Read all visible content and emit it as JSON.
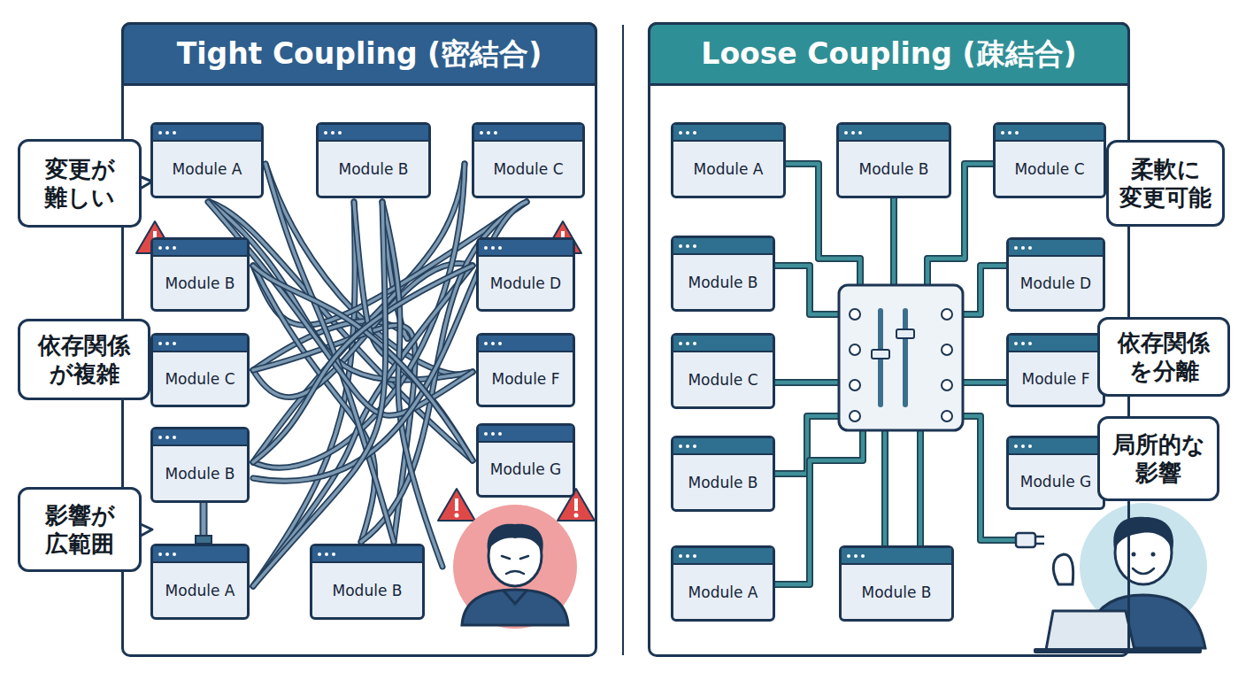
{
  "diagram": {
    "nodes": [
      {
        "text": [
          "Tight Coupling (密結合)"
        ]
      },
      {
        "text": [
          "Module A"
        ],
        "in": 0
      },
      {
        "text": [
          "Module B"
        ],
        "in": 0
      },
      {
        "text": [
          "Module C"
        ],
        "in": 0
      },
      {
        "text": [
          "Module B"
        ],
        "in": 0
      },
      {
        "text": [
          "Module D"
        ],
        "in": 0
      },
      {
        "text": [
          "Module C"
        ],
        "in": 0
      },
      {
        "text": [
          "Module F"
        ],
        "in": 0
      },
      {
        "text": [
          "Module B"
        ],
        "in": 0
      },
      {
        "text": [
          "Module G"
        ],
        "in": 0
      },
      {
        "text": [
          "Module A"
        ],
        "in": 0
      },
      {
        "text": [
          "Module B"
        ],
        "in": 0
      },
      {
        "text": [
          "変更が 難しい"
        ]
      },
      {
        "text": [
          "依存関係 が複雑"
        ]
      },
      {
        "text": [
          "影響が 広範囲"
        ]
      },
      {
        "text": [
          "Loose Coupling (疎結合)"
        ]
      },
      {
        "text": [
          "Module A"
        ],
        "in": 15
      },
      {
        "text": [
          "Module B"
        ],
        "in": 15
      },
      {
        "text": [
          "Module C"
        ],
        "in": 15
      },
      {
        "text": [
          "Module B"
        ],
        "in": 15
      },
      {
        "text": [
          "Module D"
        ],
        "in": 15
      },
      {
        "text": [
          "Module C"
        ],
        "in": 15
      },
      {
        "text": [
          "Module F"
        ],
        "in": 15
      },
      {
        "text": [
          "Module B"
        ],
        "in": 15
      },
      {
        "text": [
          "Module G"
        ],
        "in": 15
      },
      {
        "text": [
          "Module A"
        ],
        "in": 15
      },
      {
        "text": [
          "Module B"
        ],
        "in": 15
      },
      {
        "text": [
          "柔軟に 変更可能"
        ]
      },
      {
        "text": [
          "依存関係 を分離"
        ]
      },
      {
        "text": [
          "局所的な 影響"
        ]
      }
    ],
    "edges": [
      {
        "from": 8,
        "to": 10,
        "arrow": "none"
      }
    ]
  }
}
